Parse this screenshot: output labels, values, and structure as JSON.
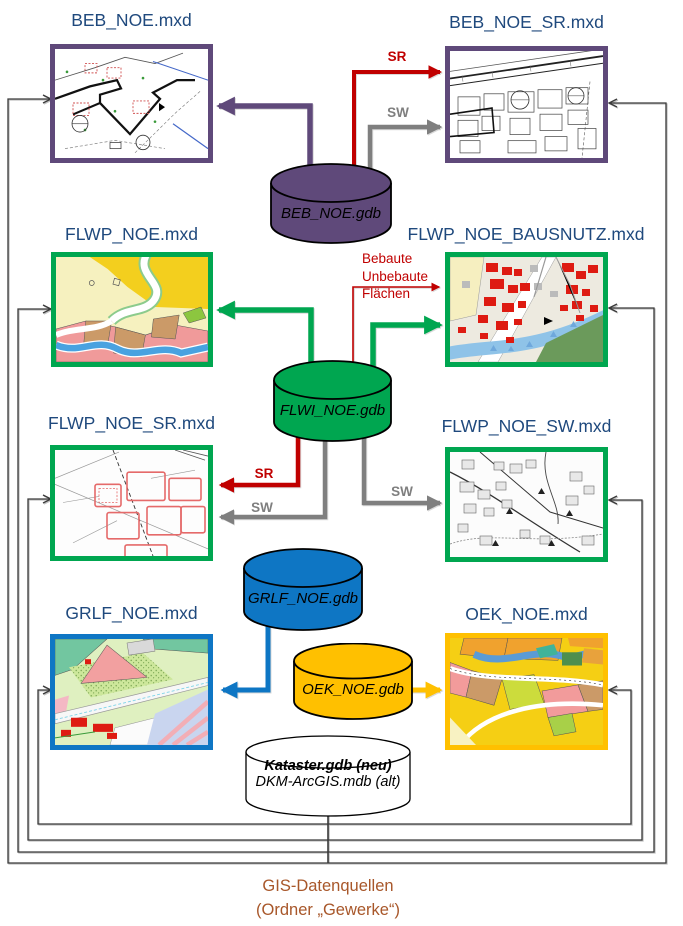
{
  "diagram": {
    "map_titles": {
      "beb": "BEB_NOE.mxd",
      "beb_sr": "BEB_NOE_SR.mxd",
      "flwp": "FLWP_NOE.mxd",
      "bausnutz": "FLWP_NOE_BAUSNUTZ.mxd",
      "flwp_sr": "FLWP_NOE_SR.mxd",
      "flwp_sw": "FLWP_NOE_SW.mxd",
      "grlf": "GRLF_NOE.mxd",
      "oek": "OEK_NOE.mxd"
    },
    "databases": {
      "beb": "BEB_NOE.gdb",
      "flwi": "FLWI_NOE.gdb",
      "grlf": "GRLF_NOE.gdb",
      "oek": "OEK_NOE.gdb",
      "kataster_line1": "Kataster.gdb (neu)",
      "kataster_line2": "DKM-ArcGIS.mdb (alt)"
    },
    "arrow_labels": {
      "sr_top": "SR",
      "sw_top": "SW",
      "bebaute_line1": "Bebaute",
      "bebaute_line2": "Unbebaute",
      "bebaute_line3": "Flächen",
      "sr_mid": "SR",
      "sw_mid_left": "SW",
      "sw_mid_right": "SW"
    },
    "caption": {
      "line1": "GIS-Datenquellen",
      "line2": "(Ordner „Gewerke“)"
    },
    "icons": {
      "database_cylinders": "database-cylinder",
      "map_thumbnails": "map-preview-image"
    },
    "colors": {
      "purple": "#5F497A",
      "green": "#00A650",
      "blue": "#0E76C4",
      "orange": "#FFC000",
      "red_arrow": "#C00000",
      "gray_arrow": "#7F7F7F",
      "title_blue": "#1F497D",
      "caption_brown": "#A8572A",
      "thin_line": "#3A3A3A"
    }
  }
}
